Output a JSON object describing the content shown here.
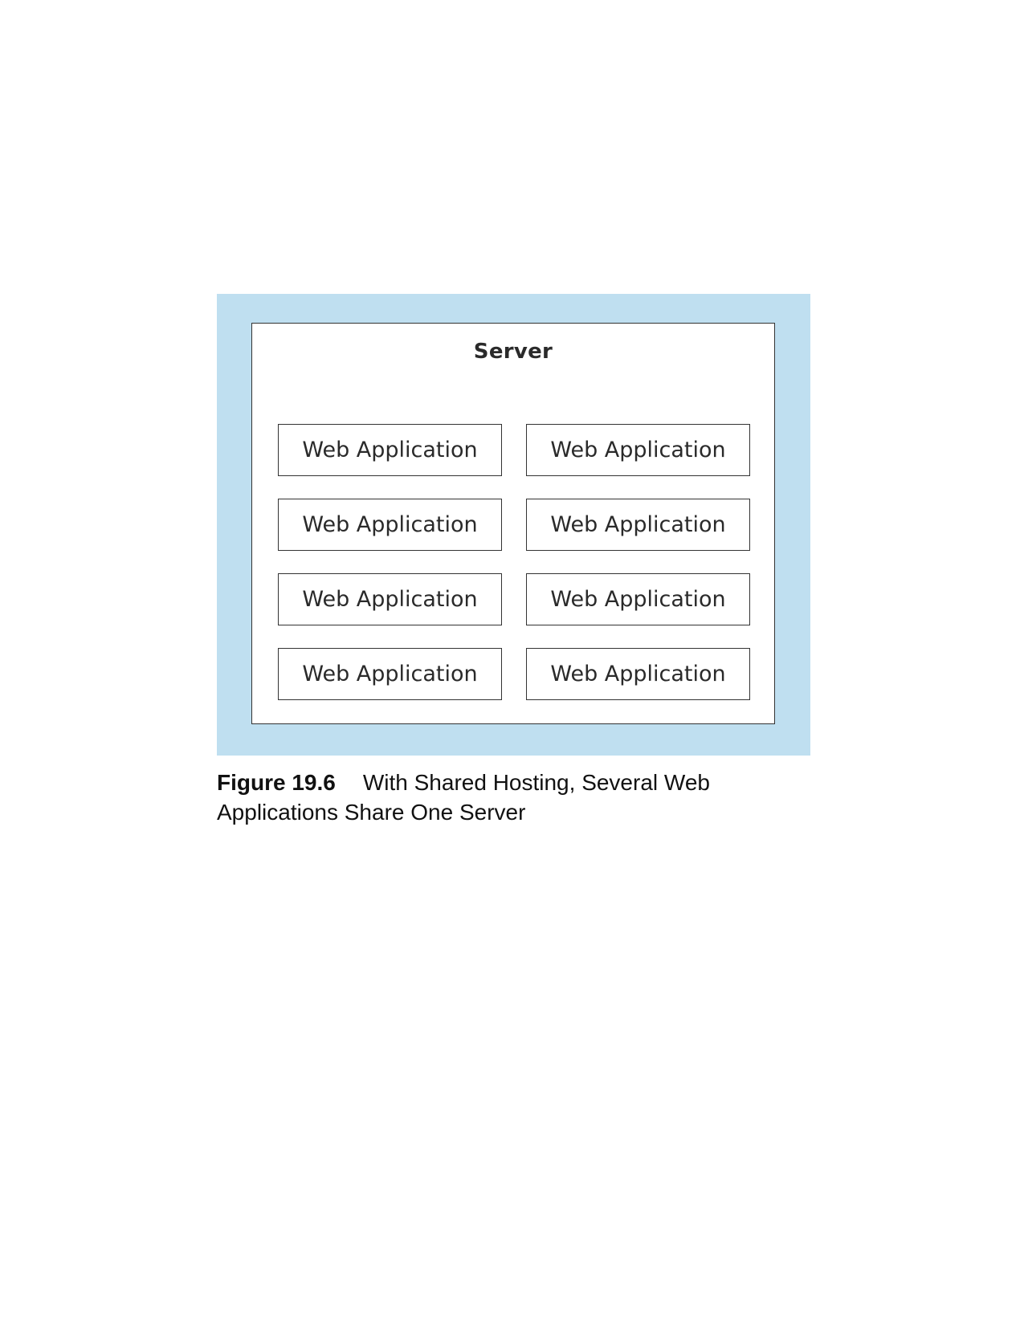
{
  "diagram": {
    "server_label": "Server",
    "apps": [
      "Web Application",
      "Web Application",
      "Web Application",
      "Web Application",
      "Web Application",
      "Web Application",
      "Web Application",
      "Web Application"
    ],
    "colors": {
      "background": "#bfdff0",
      "border": "#333333"
    }
  },
  "caption": {
    "label": "Figure 19.6",
    "text": "With Shared Hosting, Several Web Applications Share One Server"
  }
}
